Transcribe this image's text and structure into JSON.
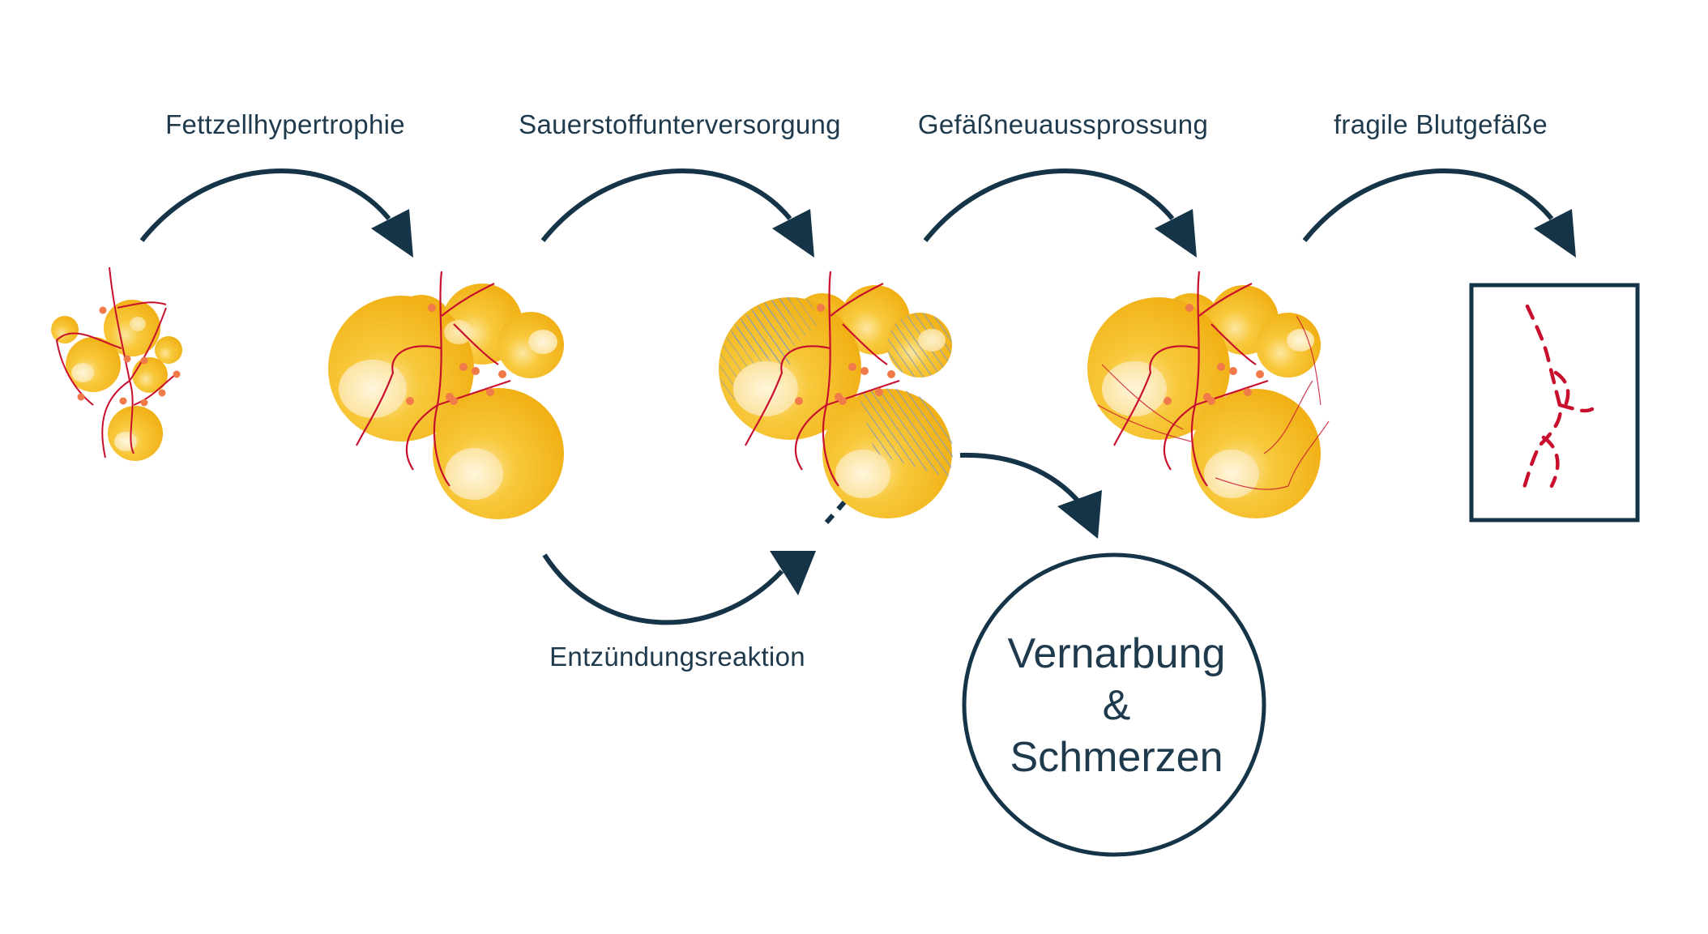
{
  "steps": {
    "s1": "Fettzellhypertrophie",
    "s2": "Sauerstoffunterversorgung",
    "s3": "Gefäßneuaussprossung",
    "s4": "fragile Blutgefäße",
    "inflammation": "Entzündungsreaktion"
  },
  "outcome": {
    "line1": "Vernarbung",
    "line2": "&",
    "line3": "Schmerzen"
  },
  "colors": {
    "arrow": "#163447",
    "fat_cell": "#f5b721",
    "fat_highlight": "#fff0c2",
    "vessel": "#c8102e",
    "hatch": "#9aa7b1",
    "nodule": "#f07a4a"
  }
}
